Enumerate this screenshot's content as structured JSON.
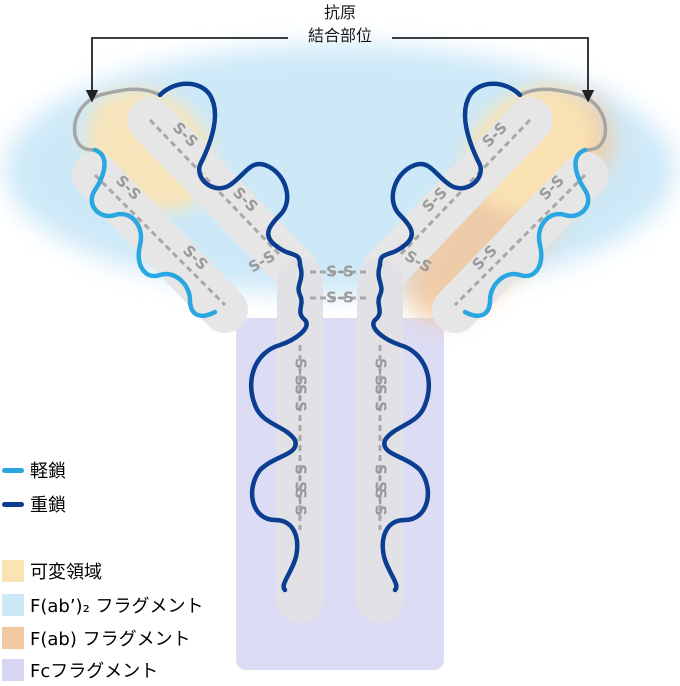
{
  "title": {
    "line1": "抗原",
    "line2": "結合部位"
  },
  "bond_label": "S-S",
  "legend": {
    "light_chain": {
      "label": "軽鎖",
      "color": "#2aa7e0"
    },
    "heavy_chain": {
      "label": "重鎖",
      "color": "#0b3d91"
    },
    "variable_region": {
      "label": "可変領域",
      "color": "#fbe4b4"
    },
    "fab2_fragment": {
      "label": "F(ab’)₂ フラグメント",
      "color": "#cde9f8"
    },
    "fab_fragment": {
      "label": "F(ab) フラグメント",
      "color": "#f2c8a0"
    },
    "fc_fragment": {
      "label": "Fcフラグメント",
      "color": "#d6d6f2"
    }
  }
}
